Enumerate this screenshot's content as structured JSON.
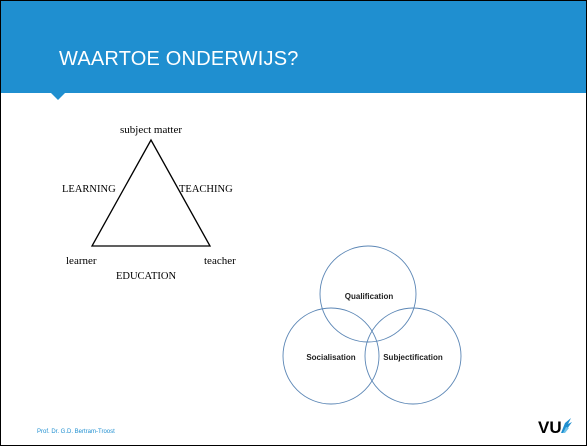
{
  "slide": {
    "title": "WAARTOE ONDERWIJS?",
    "footer_author": "Prof. Dr. G.D. Bertram-Troost",
    "logo_text": "VU",
    "accent_color": "#1f8fd0"
  },
  "triangle": {
    "top_vertex_label": "subject matter",
    "left_vertex_label": "learner",
    "right_vertex_label": "teacher",
    "left_side_label": "LEARNING",
    "right_side_label": "TEACHING",
    "bottom_side_label": "EDUCATION"
  },
  "venn": {
    "circles": [
      {
        "label": "Qualification"
      },
      {
        "label": "Socialisation"
      },
      {
        "label": "Subjectification"
      }
    ]
  }
}
